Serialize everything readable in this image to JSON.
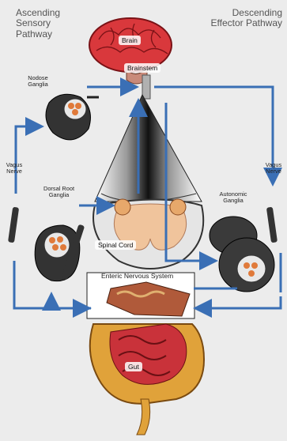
{
  "labels": {
    "ascending": "Ascending Sensory Pathway",
    "descending": "Descending Effector Pathway",
    "brain": "Brain",
    "brainstem": "Brainstem",
    "nodose": "Nodose Ganglia",
    "vagus_left": "Vagus Nerve",
    "vagus_right": "Vagus Nerve",
    "drg": "Dorsal Root Ganglia",
    "spinal_cord": "Spinal Cord",
    "autonomic": "Autonomic Ganglia",
    "ens": "Enteric Nervous System",
    "gut": "Gut"
  },
  "colors": {
    "arrow": "#3a6fb5",
    "brain": "#d9383c",
    "gut": "#c9323a",
    "colon": "#e0a23a",
    "cord": "#f0c49c"
  }
}
